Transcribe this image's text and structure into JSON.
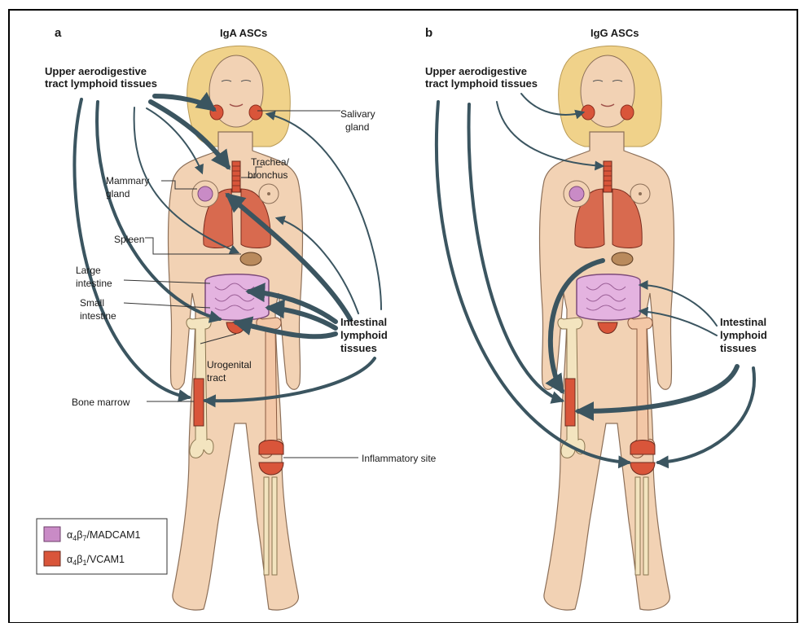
{
  "panels": [
    {
      "letter": "a",
      "title": "IgA ASCs",
      "labels": {
        "upper_line1": "Upper aerodigestive",
        "upper_line2": "tract lymphoid tissues",
        "salivary_line1": "Salivary",
        "salivary_line2": "gland",
        "trachea_line1": "Trachea/",
        "trachea_line2": "bronchus",
        "mammary_line1": "Mammary",
        "mammary_line2": "gland",
        "spleen": "Spleen",
        "large_line1": "Large",
        "large_line2": "intestine",
        "small_line1": "Small",
        "small_line2": "intestine",
        "urogenital_line1": "Urogenital",
        "urogenital_line2": "tract",
        "bone_marrow": "Bone marrow",
        "inflammatory": "Inflammatory site",
        "intestinal_line1": "Intestinal",
        "intestinal_line2": "lymphoid",
        "intestinal_line3": "tissues"
      }
    },
    {
      "letter": "b",
      "title": "IgG ASCs",
      "labels": {
        "upper_line1": "Upper aerodigestive",
        "upper_line2": "tract lymphoid tissues",
        "intestinal_line1": "Intestinal",
        "intestinal_line2": "lymphoid",
        "intestinal_line3": "tissues"
      }
    }
  ],
  "legend": [
    {
      "alpha": "α",
      "sub1": "4",
      "beta": "β",
      "sub2": "7",
      "rest": "/MADCAM1",
      "color": "#c98bc6"
    },
    {
      "alpha": "α",
      "sub1": "4",
      "beta": "β",
      "sub2": "1",
      "rest": "/VCAM1",
      "color": "#d9553a"
    }
  ],
  "colors": {
    "arrow": "#3b5560",
    "skin": "#f2d2b4",
    "hair": "#f0d28a",
    "bone": "#f3e4bf",
    "lung": "#d86a4f",
    "intestine": "#e4b3e0",
    "vcam": "#d9553a",
    "madcam": "#c98bc6"
  }
}
